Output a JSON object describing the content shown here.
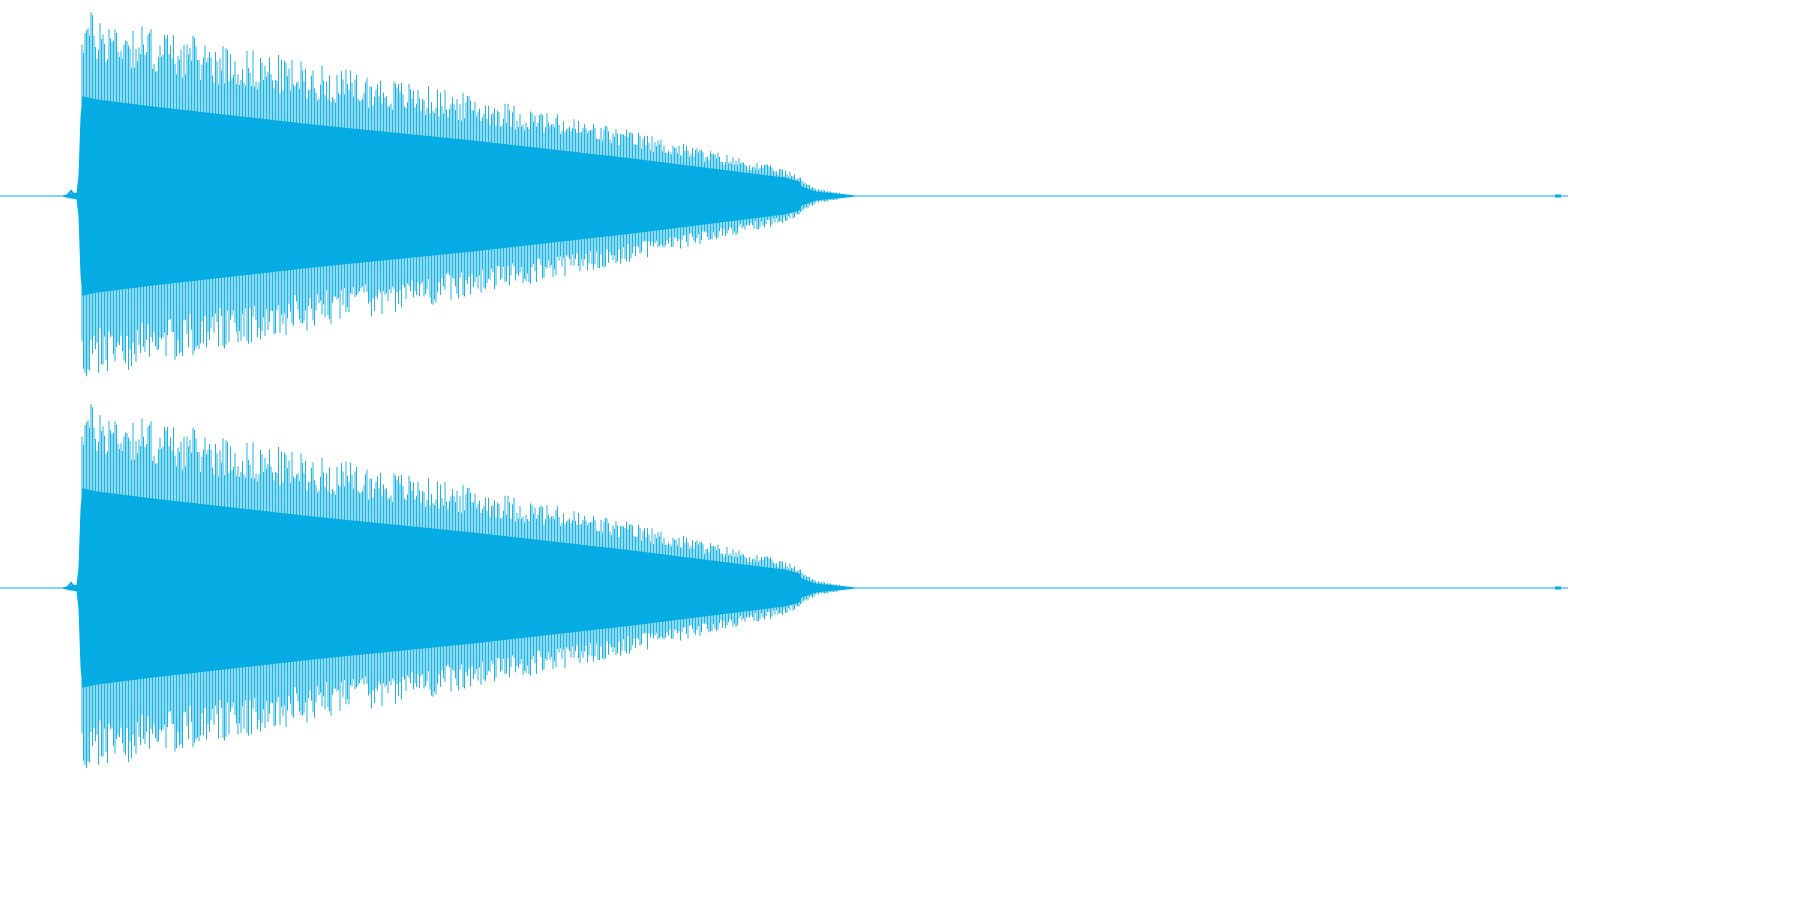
{
  "chart_data": {
    "type": "area",
    "title": "",
    "xlabel": "",
    "ylabel": "",
    "xlim": [
      0,
      1
    ],
    "ylim": [
      -1,
      1
    ],
    "grid": false,
    "legend": "none",
    "colors": {
      "waveform": "#05ace3",
      "background": "#ffffff"
    },
    "series": [
      {
        "onset": 0.052,
        "end": 0.51,
        "tail_end": 0.546,
        "peak": 0.97,
        "floor": 0.11,
        "end_marker": 0.992,
        "x": [
          0.0,
          0.04,
          0.045,
          0.05,
          0.052,
          0.06,
          0.1,
          0.15,
          0.2,
          0.25,
          0.3,
          0.35,
          0.4,
          0.45,
          0.5,
          0.51,
          0.52,
          0.546,
          1.0
        ],
        "envelope": [
          0.0,
          0.0,
          0.02,
          0.03,
          0.97,
          0.94,
          0.86,
          0.77,
          0.68,
          0.6,
          0.52,
          0.43,
          0.34,
          0.24,
          0.14,
          0.1,
          0.04,
          0.0,
          0.0
        ]
      },
      {
        "onset": 0.052,
        "end": 0.51,
        "tail_end": 0.546,
        "peak": 0.97,
        "floor": 0.11,
        "end_marker": 0.992,
        "x": [
          0.0,
          0.04,
          0.045,
          0.05,
          0.052,
          0.06,
          0.1,
          0.15,
          0.2,
          0.25,
          0.3,
          0.35,
          0.4,
          0.45,
          0.5,
          0.51,
          0.52,
          0.546,
          1.0
        ],
        "envelope": [
          0.0,
          0.0,
          0.02,
          0.03,
          0.97,
          0.94,
          0.86,
          0.77,
          0.68,
          0.6,
          0.52,
          0.43,
          0.34,
          0.24,
          0.14,
          0.1,
          0.04,
          0.0,
          0.0
        ]
      }
    ]
  }
}
